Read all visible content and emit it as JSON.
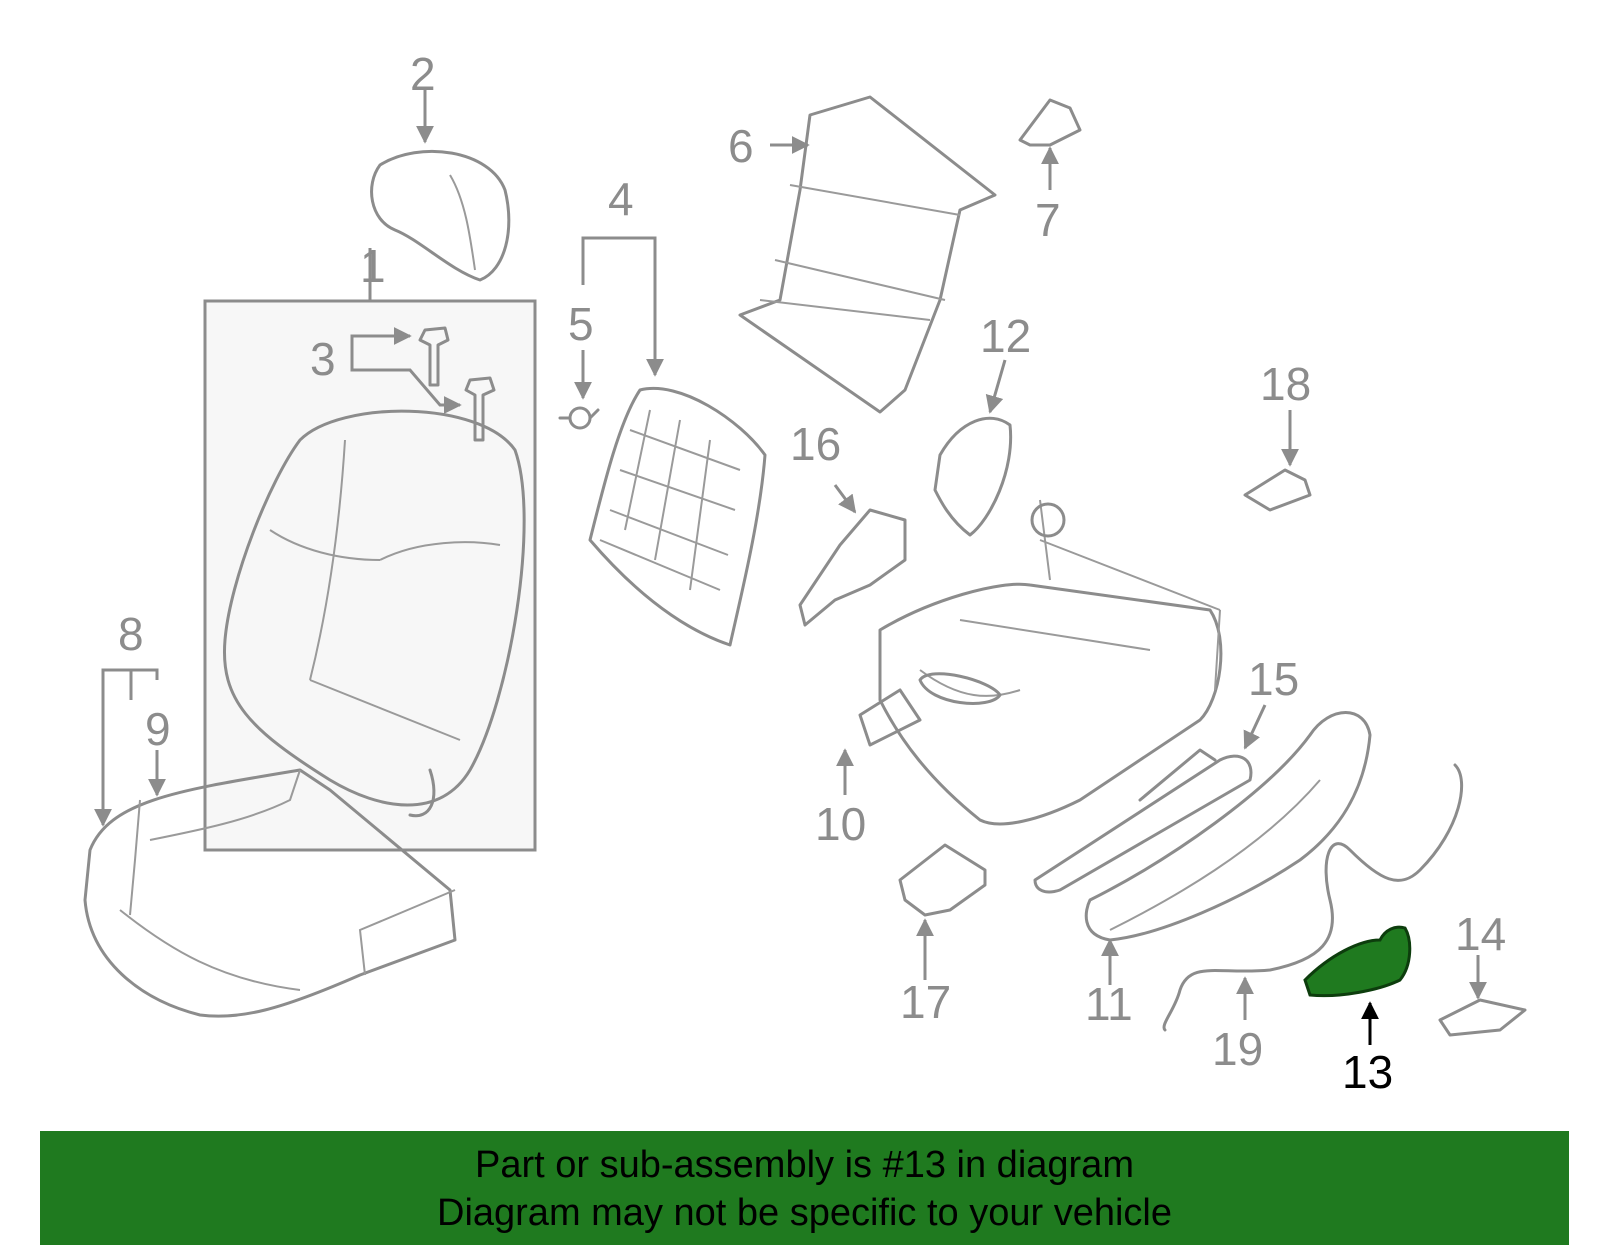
{
  "diagram": {
    "callouts": [
      "1",
      "2",
      "3",
      "4",
      "5",
      "6",
      "7",
      "8",
      "9",
      "10",
      "11",
      "12",
      "13",
      "14",
      "15",
      "16",
      "17",
      "18",
      "19"
    ],
    "highlighted_part": "13",
    "colors": {
      "line": "#8c8c8c",
      "highlight_fill": "#1f7a1f",
      "banner": "#1f7a1f",
      "panel_fill": "#f7f7f7"
    }
  },
  "banner": {
    "line1": "Part or sub-assembly is #13 in diagram",
    "line2": "Diagram may not be specific to your vehicle"
  }
}
